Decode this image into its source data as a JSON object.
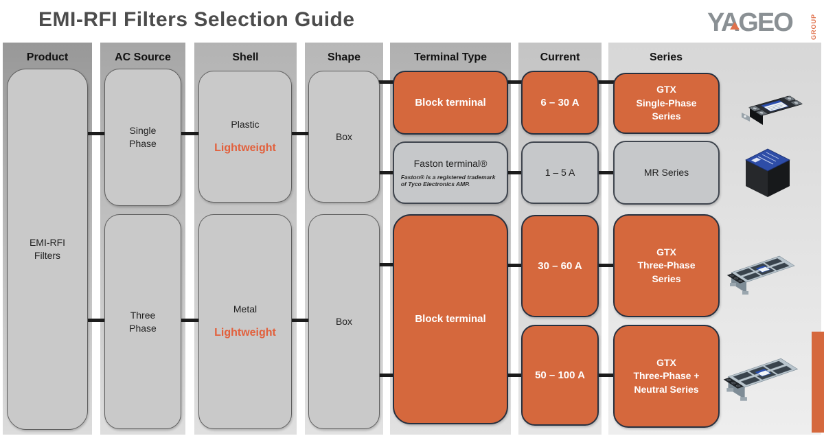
{
  "title": "EMI-RFI Filters Selection Guide",
  "logo": {
    "brand": "YAGEO",
    "suffix": "GROUP"
  },
  "columns": [
    "Product",
    "AC Source",
    "Shell",
    "Shape",
    "Terminal Type",
    "Current",
    "Series"
  ],
  "nodes": {
    "product": "EMI-RFI\nFilters",
    "single_phase": "Single\nPhase",
    "three_phase": "Three\nPhase",
    "plastic": "Plastic",
    "metal": "Metal",
    "lightweight_top": "Lightweight",
    "lightweight_bottom": "Lightweight",
    "box_top": "Box",
    "box_bottom": "Box",
    "block_terminal_top": "Block terminal",
    "faston": "Faston terminal®",
    "faston_note": "Faston® is a registered trademark\nof Tyco Electronics AMP.",
    "block_terminal_bottom": "Block terminal",
    "current_6_30": "6 – 30 A",
    "current_1_5": "1 – 5 A",
    "current_30_60": "30 – 60 A",
    "current_50_100": "50 – 100 A",
    "series_gtx_single": "GTX\nSingle-Phase\nSeries",
    "series_mr": "MR Series",
    "series_gtx_three": "GTX\nThree-Phase\nSeries",
    "series_gtx_three_neutral": "GTX\nThree-Phase +\nNeutral Series"
  },
  "images": {
    "gtx_single_phase_photo": "GTX single-phase filter module",
    "mr_series_photo": "MR series cube filter",
    "gtx_three_phase_photo": "GTX three-phase filter chassis",
    "gtx_three_phase_neutral_photo": "GTX three-phase + neutral filter chassis"
  },
  "colors": {
    "orange": "#D5683D",
    "accent_text": "#E2603C",
    "line": "#1C1C1C",
    "border_dark": "#26303F"
  }
}
